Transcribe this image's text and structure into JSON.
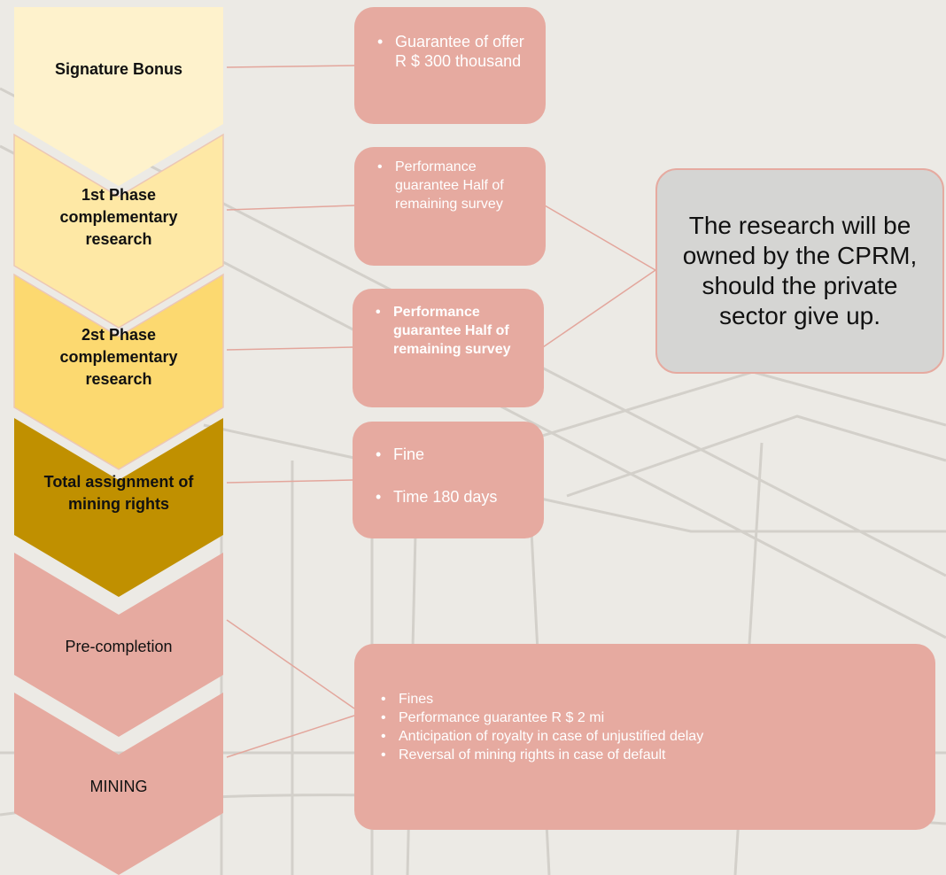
{
  "stages": [
    {
      "label": "Signature Bonus",
      "color": "#fef2cc"
    },
    {
      "label": "1st Phase complementary research",
      "color": "#fee8a5"
    },
    {
      "label": "2st Phase complementary research",
      "color": "#fcd970"
    },
    {
      "label": "Total assignment of mining rights",
      "color": "#c09000"
    },
    {
      "label": "Pre-completion",
      "color": "#e6aaa0"
    },
    {
      "label": "MINING",
      "color": "#e6aaa0"
    }
  ],
  "boxes": {
    "signature": [
      "Guarantee of offer R $ 300 thousand"
    ],
    "phase1": [
      "Performance guarantee Half of remaining survey"
    ],
    "phase2": [
      "Performance guarantee Half of remaining survey"
    ],
    "assignment": [
      "Fine",
      "Time 180 days"
    ],
    "mining": [
      "Fines",
      "Performance guarantee R $ 2 mi",
      "Anticipation of royalty in case of unjustified delay",
      "Reversal of mining rights in case of default"
    ]
  },
  "note": "The research will be owned by the CPRM, should the private sector give up.",
  "colors": {
    "box": "#e6aaa0",
    "note_bg": "#d5d5d3",
    "background": "#eceae5",
    "connector": "#e3a69c"
  }
}
